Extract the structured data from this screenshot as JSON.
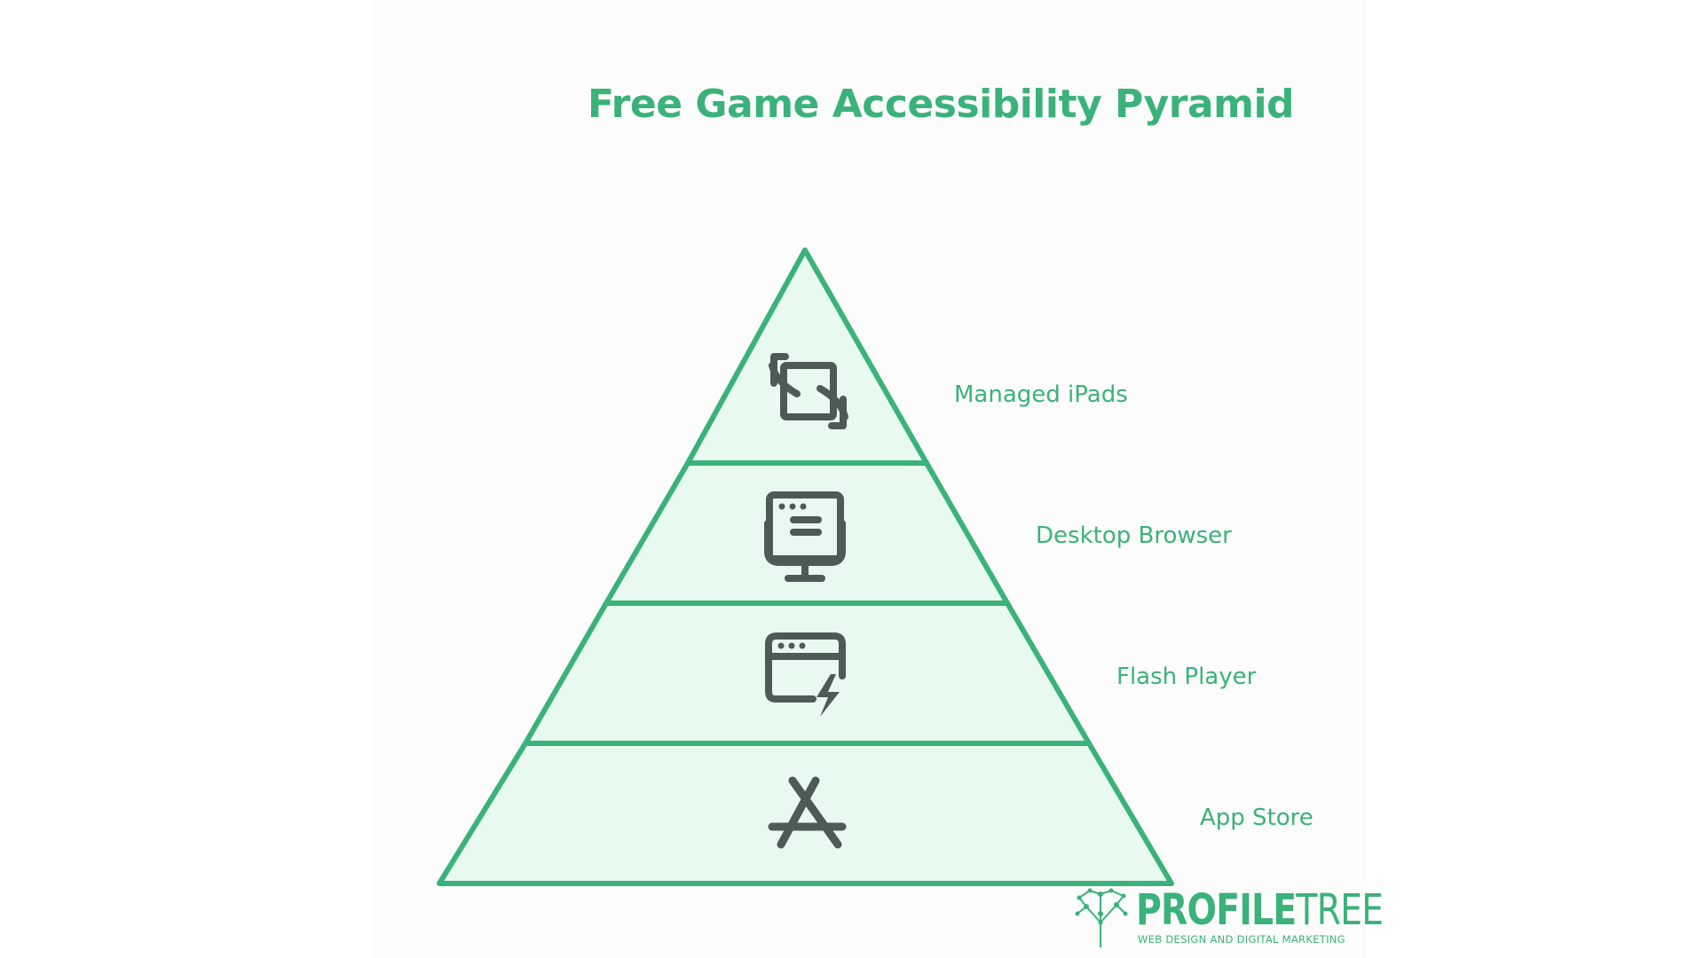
{
  "title": "Free Game Accessibility Pyramid",
  "colors": {
    "accent": "#3ab27a",
    "fill": "#e8f9f0",
    "icon": "#4d5b55"
  },
  "tiers": [
    {
      "label": "Managed iPads",
      "icon": "tablet-rotate-icon"
    },
    {
      "label": "Desktop Browser",
      "icon": "desktop-browser-icon"
    },
    {
      "label": "Flash Player",
      "icon": "browser-flash-icon"
    },
    {
      "label": "App Store",
      "icon": "app-store-icon"
    }
  ],
  "logo": {
    "word_bold": "PROFILE",
    "word_thin": "TREE",
    "tagline": "WEB DESIGN AND DIGITAL MARKETING"
  }
}
